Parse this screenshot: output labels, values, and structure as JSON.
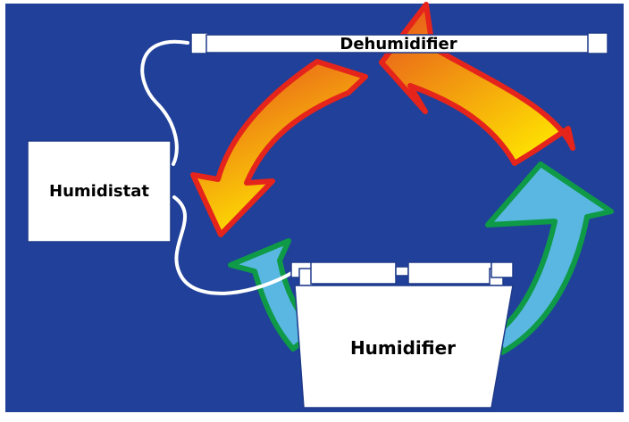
{
  "diagram": {
    "labels": {
      "dehumidifier": "Dehumidifier",
      "humidistat": "Humidistat",
      "humidifier": "Humidifier"
    },
    "colors": {
      "background": "#20409A",
      "warm_arrow_outline": "#E5241B",
      "warm_arrow_start": "#E6501E",
      "warm_arrow_end": "#FFE600",
      "cool_arrow_outline": "#0E9A46",
      "cool_arrow_fill": "#5AB7E2",
      "device_fill": "#FFFFFF",
      "device_outline": "#1E3A8A"
    }
  }
}
